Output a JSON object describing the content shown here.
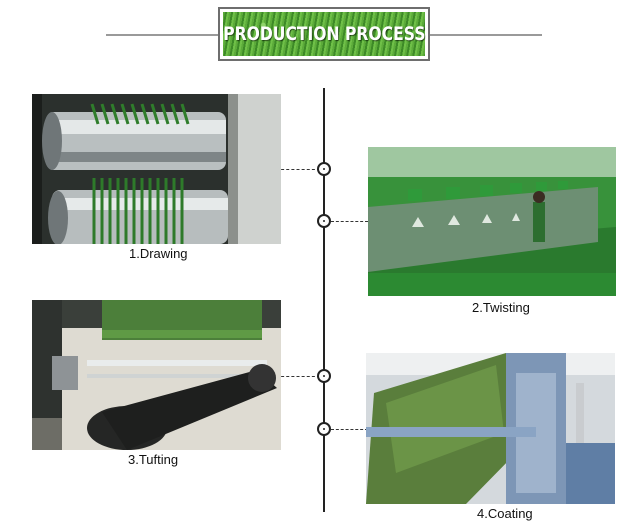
{
  "banner": {
    "title": "PRODUCTION  PROCESS"
  },
  "steps": [
    {
      "label": "1.Drawing"
    },
    {
      "label": "2.Twisting"
    },
    {
      "label": "3.Tufting"
    },
    {
      "label": "4.Coating"
    }
  ],
  "colors": {
    "accent": "#4d9c33",
    "line": "#222222"
  }
}
